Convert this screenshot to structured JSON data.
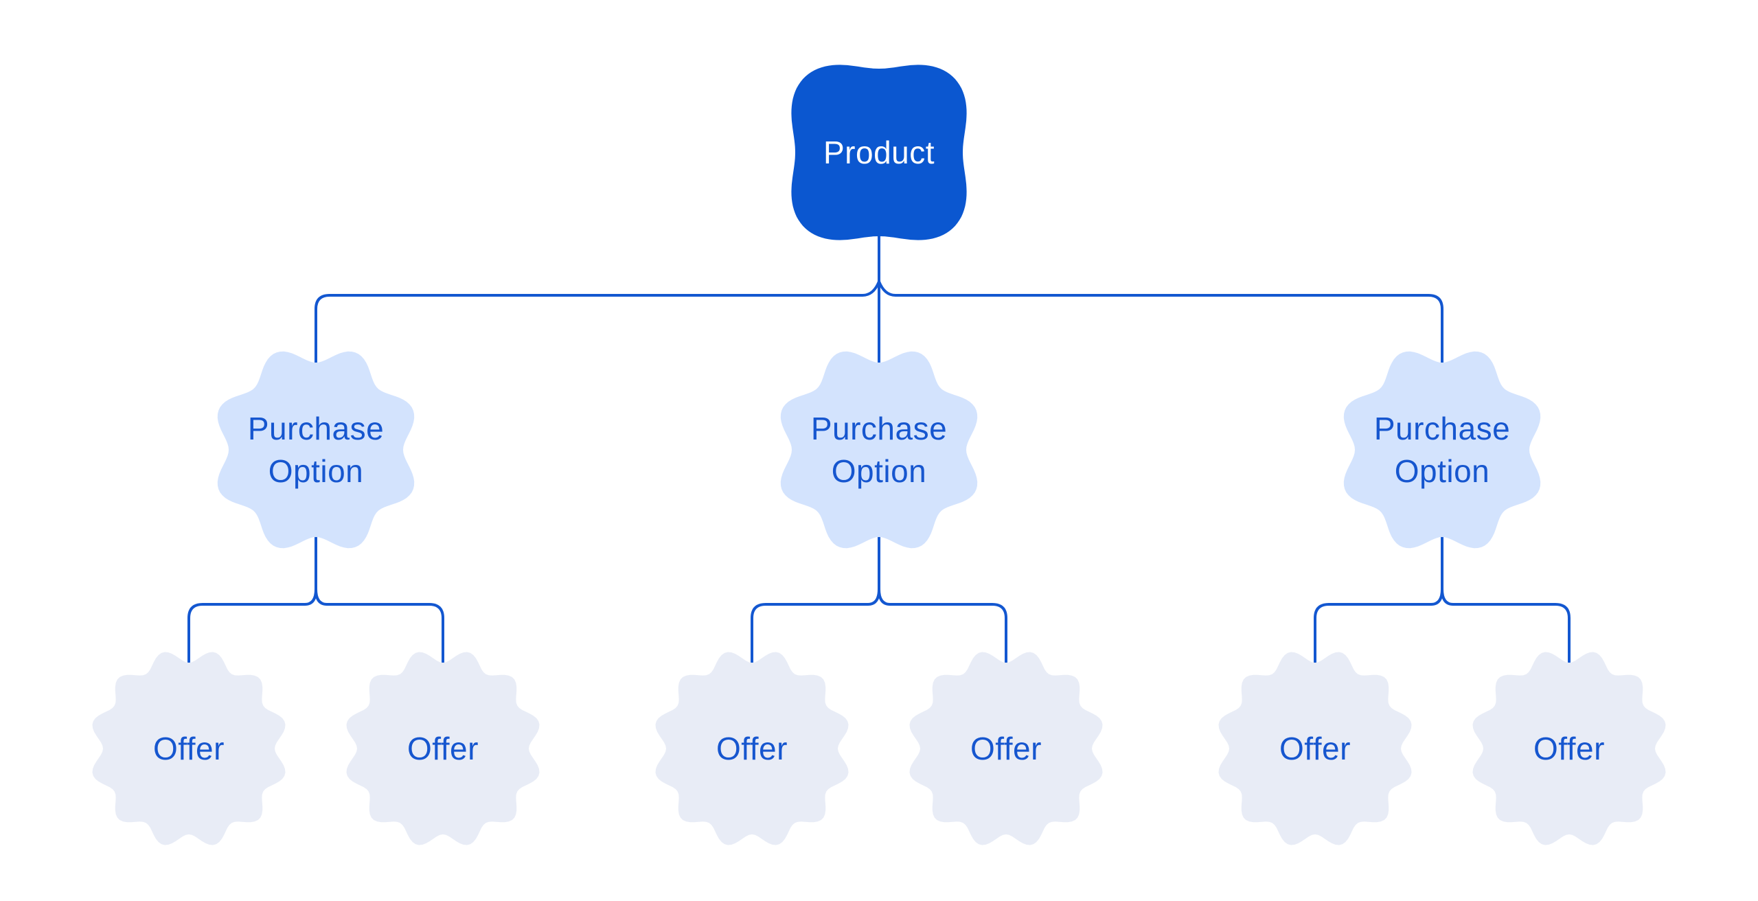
{
  "diagram": {
    "product": {
      "label": "Product"
    },
    "purchase_options": [
      {
        "label": "Purchase Option",
        "offers": [
          {
            "label": "Offer"
          },
          {
            "label": "Offer"
          }
        ]
      },
      {
        "label": "Purchase Option",
        "offers": [
          {
            "label": "Offer"
          },
          {
            "label": "Offer"
          }
        ]
      },
      {
        "label": "Purchase Option",
        "offers": [
          {
            "label": "Offer"
          },
          {
            "label": "Offer"
          }
        ]
      }
    ]
  },
  "colors": {
    "background": "#ffffff",
    "product_fill": "#0b57d0",
    "product_text": "#ffffff",
    "purchase_option_fill": "#d3e3fd",
    "offer_fill": "#e8ecf6",
    "node_text": "#1656cf",
    "connector": "#1357d0"
  }
}
